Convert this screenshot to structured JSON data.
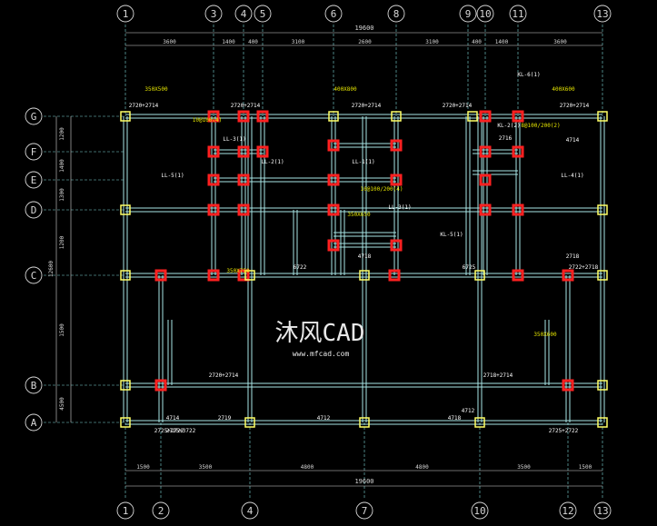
{
  "drawing": {
    "colors": {
      "background": "#000000",
      "grid_line": "#7fd9d9",
      "beam": "#a8e6e6",
      "dimension": "#d8d8d8",
      "label_white": "#ffffff",
      "label_yellow": "#e6e600",
      "column_fill": "#ffff66",
      "wall_red": "#ff2020",
      "watermark": "#e8e8e8"
    },
    "grid_bubbles_top": [
      {
        "label": "1"
      },
      {
        "label": "3"
      },
      {
        "label": "4"
      },
      {
        "label": "5"
      },
      {
        "label": "6"
      },
      {
        "label": "8"
      },
      {
        "label": "9"
      },
      {
        "label": "10"
      },
      {
        "label": "11"
      },
      {
        "label": "13"
      }
    ],
    "grid_bubbles_bottom": [
      {
        "label": "1"
      },
      {
        "label": "2"
      },
      {
        "label": "4"
      },
      {
        "label": "7"
      },
      {
        "label": "10"
      },
      {
        "label": "12"
      },
      {
        "label": "13"
      }
    ],
    "grid_bubbles_left": [
      {
        "label": "G"
      },
      {
        "label": "F"
      },
      {
        "label": "E"
      },
      {
        "label": "D"
      },
      {
        "label": "C"
      },
      {
        "label": "B"
      },
      {
        "label": "A"
      }
    ],
    "dims_top_total": "19600",
    "dims_top_segments": [
      "3600",
      "1400",
      "400",
      "3100",
      "2600",
      "3100",
      "400",
      "1400",
      "3600"
    ],
    "dims_bottom_total": "19600",
    "dims_bottom_segments": [
      "1500",
      "3500",
      "4800",
      "4800",
      "3500",
      "1500"
    ],
    "dims_left_segments": [
      "1200",
      "1400",
      "1300",
      "1200",
      "1500",
      "4500",
      "1500"
    ],
    "dims_left_total": "12600",
    "annotations": [
      "2720+2714",
      "2720+2714",
      "2720+2714",
      "2720+2714",
      "2720+2714",
      "2725+2722",
      "2725+2722",
      "2720+2714",
      "2718+2714",
      "2722+2718",
      "4714",
      "4718",
      "4718",
      "4712",
      "2719",
      "2716",
      "6725",
      "6722",
      "LL-5(1)",
      "LL-4(1)",
      "LL-1(1)",
      "LL-2(1)",
      "LL-3(1)",
      "KL-2(2)",
      "KL-6(1)",
      "KL-5(1)",
      "LL-3(1)",
      "350X650",
      "350X600",
      "350X500",
      "400X800",
      "400X600",
      "350X750",
      "10@100/200(4)",
      "10@100(4)",
      "8@100/200(2)",
      "2718",
      "4712",
      "4714",
      "2725+3722"
    ],
    "watermark_text": "沐风CAD",
    "watermark_url": "www.mfcad.com"
  }
}
